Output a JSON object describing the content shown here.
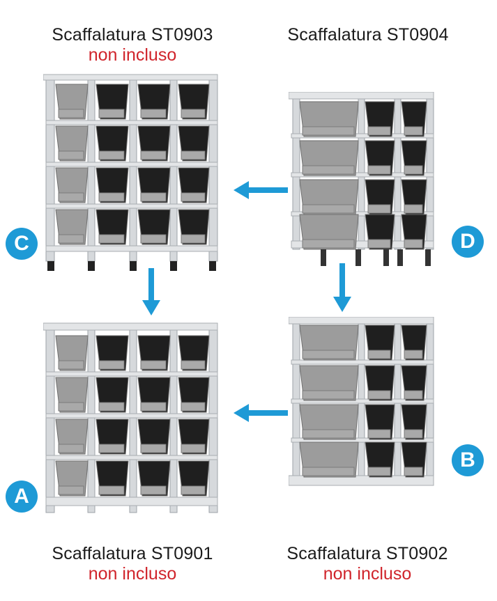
{
  "colors": {
    "accent": "#1e9ad6",
    "note": "#d0242b",
    "frame": "#c9cdd1",
    "bin": "#9a9a9a",
    "bin_dark": "#1b1b1b"
  },
  "captions": {
    "c": {
      "title": "Scaffalatura ST0903",
      "note": "non incluso"
    },
    "d": {
      "title": "Scaffalatura ST0904",
      "note": ""
    },
    "a": {
      "title": "Scaffalatura ST0901",
      "note": "non incluso"
    },
    "b": {
      "title": "Scaffalatura ST0902",
      "note": "non incluso"
    }
  },
  "badges": {
    "c": "C",
    "d": "D",
    "a": "A",
    "b": "B"
  },
  "icons": {
    "arrow_left": "arrow-left-icon",
    "arrow_down": "arrow-down-icon"
  }
}
